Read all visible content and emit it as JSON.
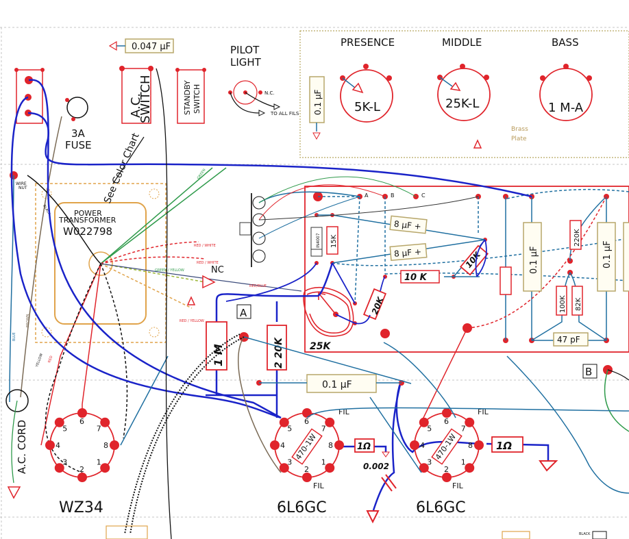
{
  "diagram": {
    "title": "Guitar amplifier chassis layout / wiring diagram",
    "colors": {
      "component_red": "#e0242b",
      "wire_blue_hand": "#1a23c8",
      "wire_teal": "#1f6fa0",
      "wire_green": "#2e9a4a",
      "capacitor_outline": "#b7a66a",
      "transformer_orange": "#e0a34a",
      "grid_dash": "#b8b8b8",
      "brass_text": "#b89a5a"
    },
    "top_section": {
      "coupling_cap": "0.047 µF",
      "fuse_label_line1": "3A",
      "fuse_label_line2": "FUSE",
      "ac_switch_line1": "A.C.",
      "ac_switch_line2": "SWITCH",
      "standby_switch_line1": "STANDBY",
      "standby_switch_line2": "SWITCH",
      "pilot_light_line1": "PILOT",
      "pilot_light_line2": "LIGHT",
      "pilot_nc": "N.C.",
      "pilot_to_fils": "TO ALL FILS"
    },
    "controls_panel": {
      "pots": [
        {
          "name": "PRESENCE",
          "value": "5K-L"
        },
        {
          "name": "MIDDLE",
          "value": "25K-L"
        },
        {
          "name": "BASS",
          "value": "1 M-A"
        }
      ],
      "presence_cap": "0.1 µF",
      "brass_plate_line1": "Brass",
      "brass_plate_line2": "Plate"
    },
    "transformer": {
      "line1": "POWER",
      "line2": "TRANSFORMER",
      "model": "W022798",
      "see_color_chart": "See Color Chart",
      "wire_nut_line1": "WIRE",
      "wire_nut_line2": "NUT",
      "nc_label": "NC",
      "lead_labels": {
        "black": "BLACK",
        "brown": "BROWN",
        "blue": "BLUE",
        "yellow": "YELLOW",
        "red": "RED",
        "green": "GREEN",
        "green_yellow": "GREEN / YELLOW",
        "red_white": "RED / WHITE",
        "red_yellow": "RED / YELLOW",
        "red_blue": "RED/BLUE"
      }
    },
    "board": {
      "terminals": [
        "A",
        "B",
        "C"
      ],
      "diode": "IN4007",
      "r_15k": "15K",
      "filter_caps": [
        "8 µF +",
        "8 µF +"
      ],
      "r_10k_a": "10 K",
      "r_10k_b": "10K",
      "r_20k": "20K",
      "trim_pot": "25K",
      "tone_cap_a": "0.1 µF",
      "tone_cap_b": "0.1 µF",
      "r_220k": "220K",
      "r_100k": "100K",
      "r_82k": "82K",
      "cap_47pf": "47 pF"
    },
    "lower_section": {
      "marker_a": "A",
      "marker_b": "B",
      "r_1m": "1 M",
      "r_220k_hand": "2 20K",
      "coupling_cap_01": "0.1  µF",
      "cap_0002": "0.002",
      "r_1ohm_a": "1Ω",
      "r_1ohm_b": "1Ω",
      "ac_cord": "A.C. CORD",
      "rectifier_tube": "WZ34",
      "power_tube_1": "6L6GC",
      "power_tube_2": "6L6GC",
      "cathode_resistor": "470-1W",
      "fil_label": "FIL",
      "pin_numbers": [
        "1",
        "2",
        "3",
        "4",
        "5",
        "6",
        "7",
        "8"
      ],
      "black_small": "BLACK"
    }
  }
}
